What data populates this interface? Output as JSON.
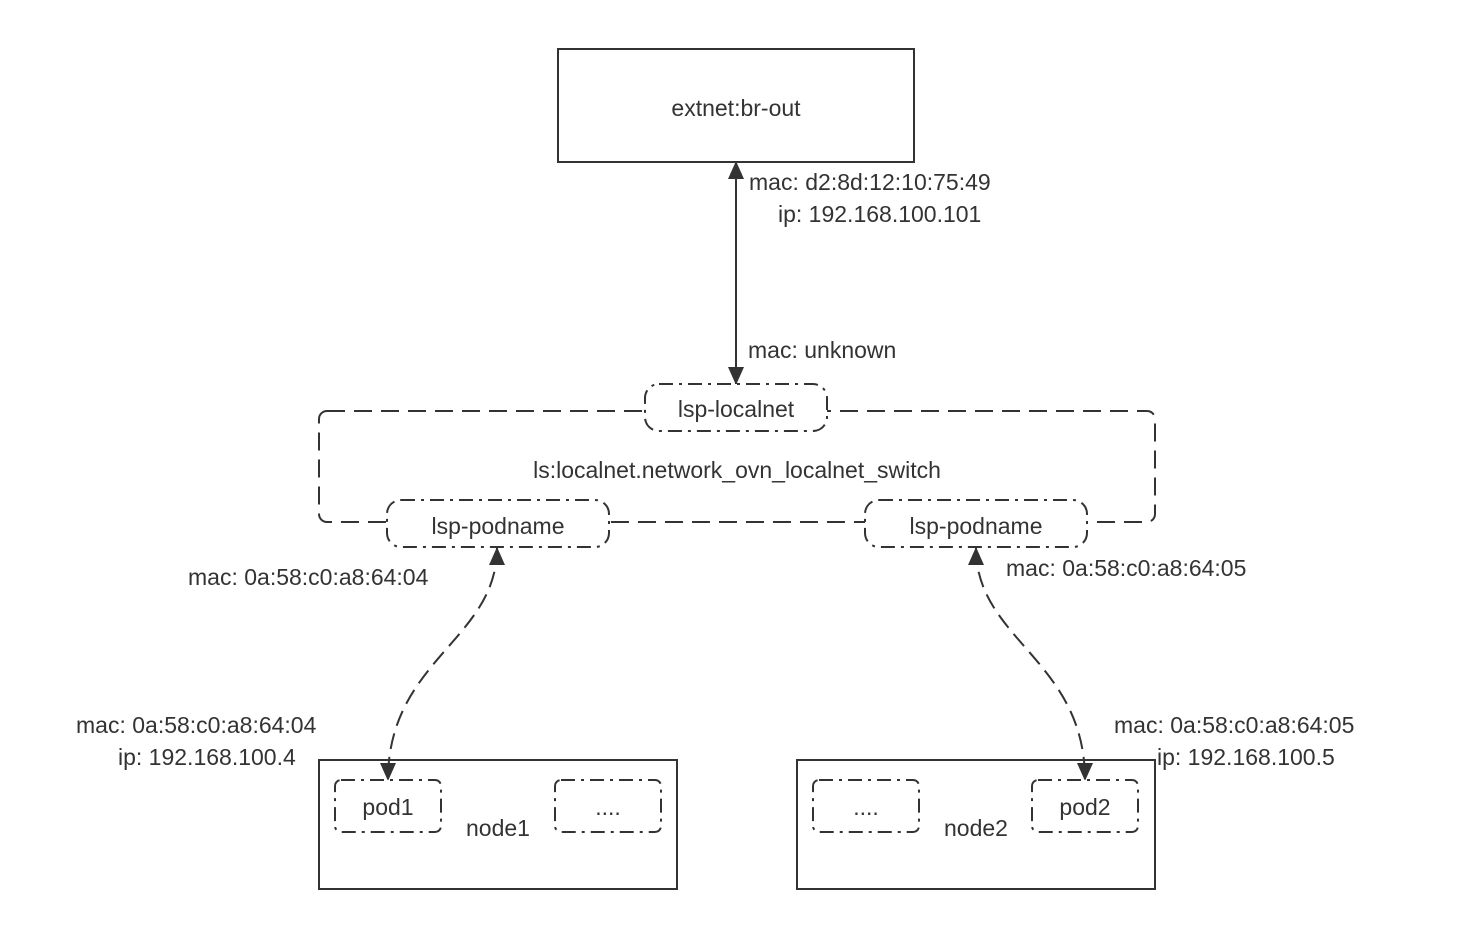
{
  "colors": {
    "stroke": "#333333",
    "text": "#333333",
    "background": "#ffffff"
  },
  "nodes": {
    "external_bridge": "extnet:br-out",
    "logical_switch": "ls:localnet.network_ovn_localnet_switch",
    "lsp_localnet": "lsp-localnet",
    "lsp_podname_left": "lsp-podname",
    "lsp_podname_right": "lsp-podname",
    "node1": "node1",
    "node2": "node2",
    "pod1": "pod1",
    "pod2": "pod2",
    "node1_placeholder_pod": "....",
    "node2_placeholder_pod": "...."
  },
  "labels": {
    "bridge_mac": "mac: d2:8d:12:10:75:49",
    "bridge_ip": "ip: 192.168.100.101",
    "localnet_mac": "mac: unknown",
    "lsp_left_mac": "mac: 0a:58:c0:a8:64:04",
    "lsp_right_mac": "mac: 0a:58:c0:a8:64:05",
    "pod1_mac": "mac: 0a:58:c0:a8:64:04",
    "pod1_ip": "ip: 192.168.100.4",
    "pod2_mac": "mac: 0a:58:c0:a8:64:05",
    "pod2_ip": "ip: 192.168.100.5"
  }
}
